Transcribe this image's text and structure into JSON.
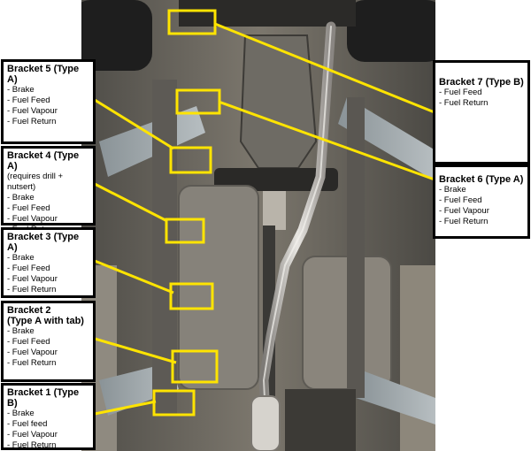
{
  "brackets": [
    {
      "id": "b5",
      "title": "Bracket 5 (Type A)",
      "subtitle": "",
      "items": [
        "- Brake",
        "- Fuel Feed",
        "- Fuel Vapour",
        "- Fuel Return"
      ]
    },
    {
      "id": "b4",
      "title": "Bracket 4 (Type A)",
      "subtitle": "(requires drill + nutsert)",
      "items": [
        "- Brake",
        "- Fuel Feed",
        "- Fuel Vapour",
        "- Fuel Return"
      ]
    },
    {
      "id": "b3",
      "title": "Bracket 3 (Type A)",
      "subtitle": "",
      "items": [
        "- Brake",
        "- Fuel Feed",
        "- Fuel Vapour",
        "- Fuel Return"
      ]
    },
    {
      "id": "b2",
      "title": "Bracket 2",
      "subtitle": "(Type A with tab)",
      "items": [
        "- Brake",
        "- Fuel Feed",
        "- Fuel Vapour",
        "- Fuel Return"
      ]
    },
    {
      "id": "b1",
      "title": "Bracket 1 (Type B)",
      "subtitle": "",
      "items": [
        "- Brake",
        "- Fuel feed",
        "- Fuel Vapour",
        "- Fuel Return"
      ]
    },
    {
      "id": "b7",
      "title": "Bracket 7 (Type B)",
      "subtitle": "",
      "items": [
        "- Fuel Feed",
        "- Fuel Return"
      ]
    },
    {
      "id": "b6",
      "title": "Bracket 6 (Type A)",
      "subtitle": "",
      "items": [
        "- Brake",
        "- Fuel Feed",
        "- Fuel Vapour",
        "- Fuel Return"
      ]
    }
  ],
  "colors": {
    "highlight": "#ffe400",
    "box_border": "#000000",
    "box_fill": "#ffffff"
  }
}
